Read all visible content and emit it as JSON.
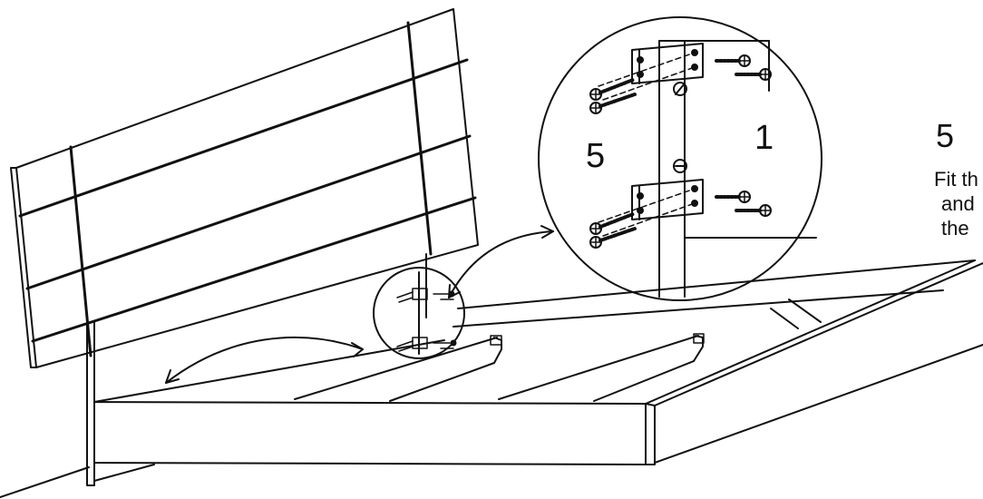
{
  "step": {
    "number": "5",
    "text_lines": [
      "Fit th",
      "and",
      "the"
    ]
  },
  "detail": {
    "part_left_label": "5",
    "part_right_label": "1"
  }
}
